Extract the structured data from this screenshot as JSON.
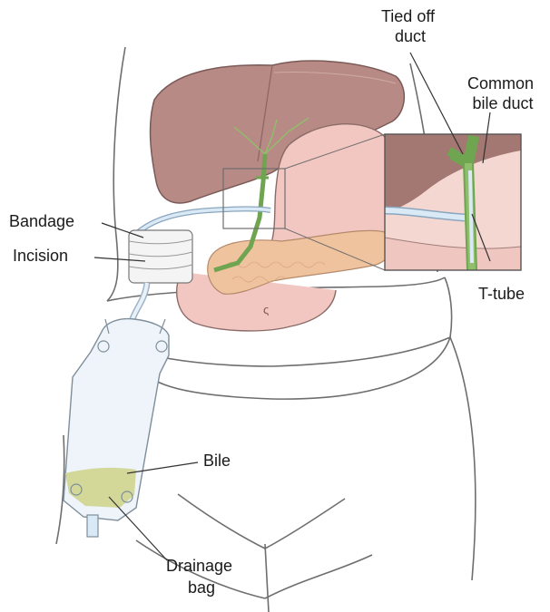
{
  "labels": {
    "tied_off_duct": [
      "Tied off",
      "duct"
    ],
    "common_bile_duct": [
      "Common",
      "bile duct"
    ],
    "bandage": "Bandage",
    "incision": "Incision",
    "t_tube": "T-tube",
    "bile": "Bile",
    "drainage_bag": [
      "Drainage",
      "bag"
    ]
  },
  "colors": {
    "liver": "#b88a85",
    "stomach": "#f2c7c2",
    "pancreas": "#f0c39f",
    "duct": "#8fbf6a",
    "tube": "#d9e9f5",
    "bile": "#cfd58e",
    "outline": "#5a4a48",
    "leader": "#333333"
  }
}
